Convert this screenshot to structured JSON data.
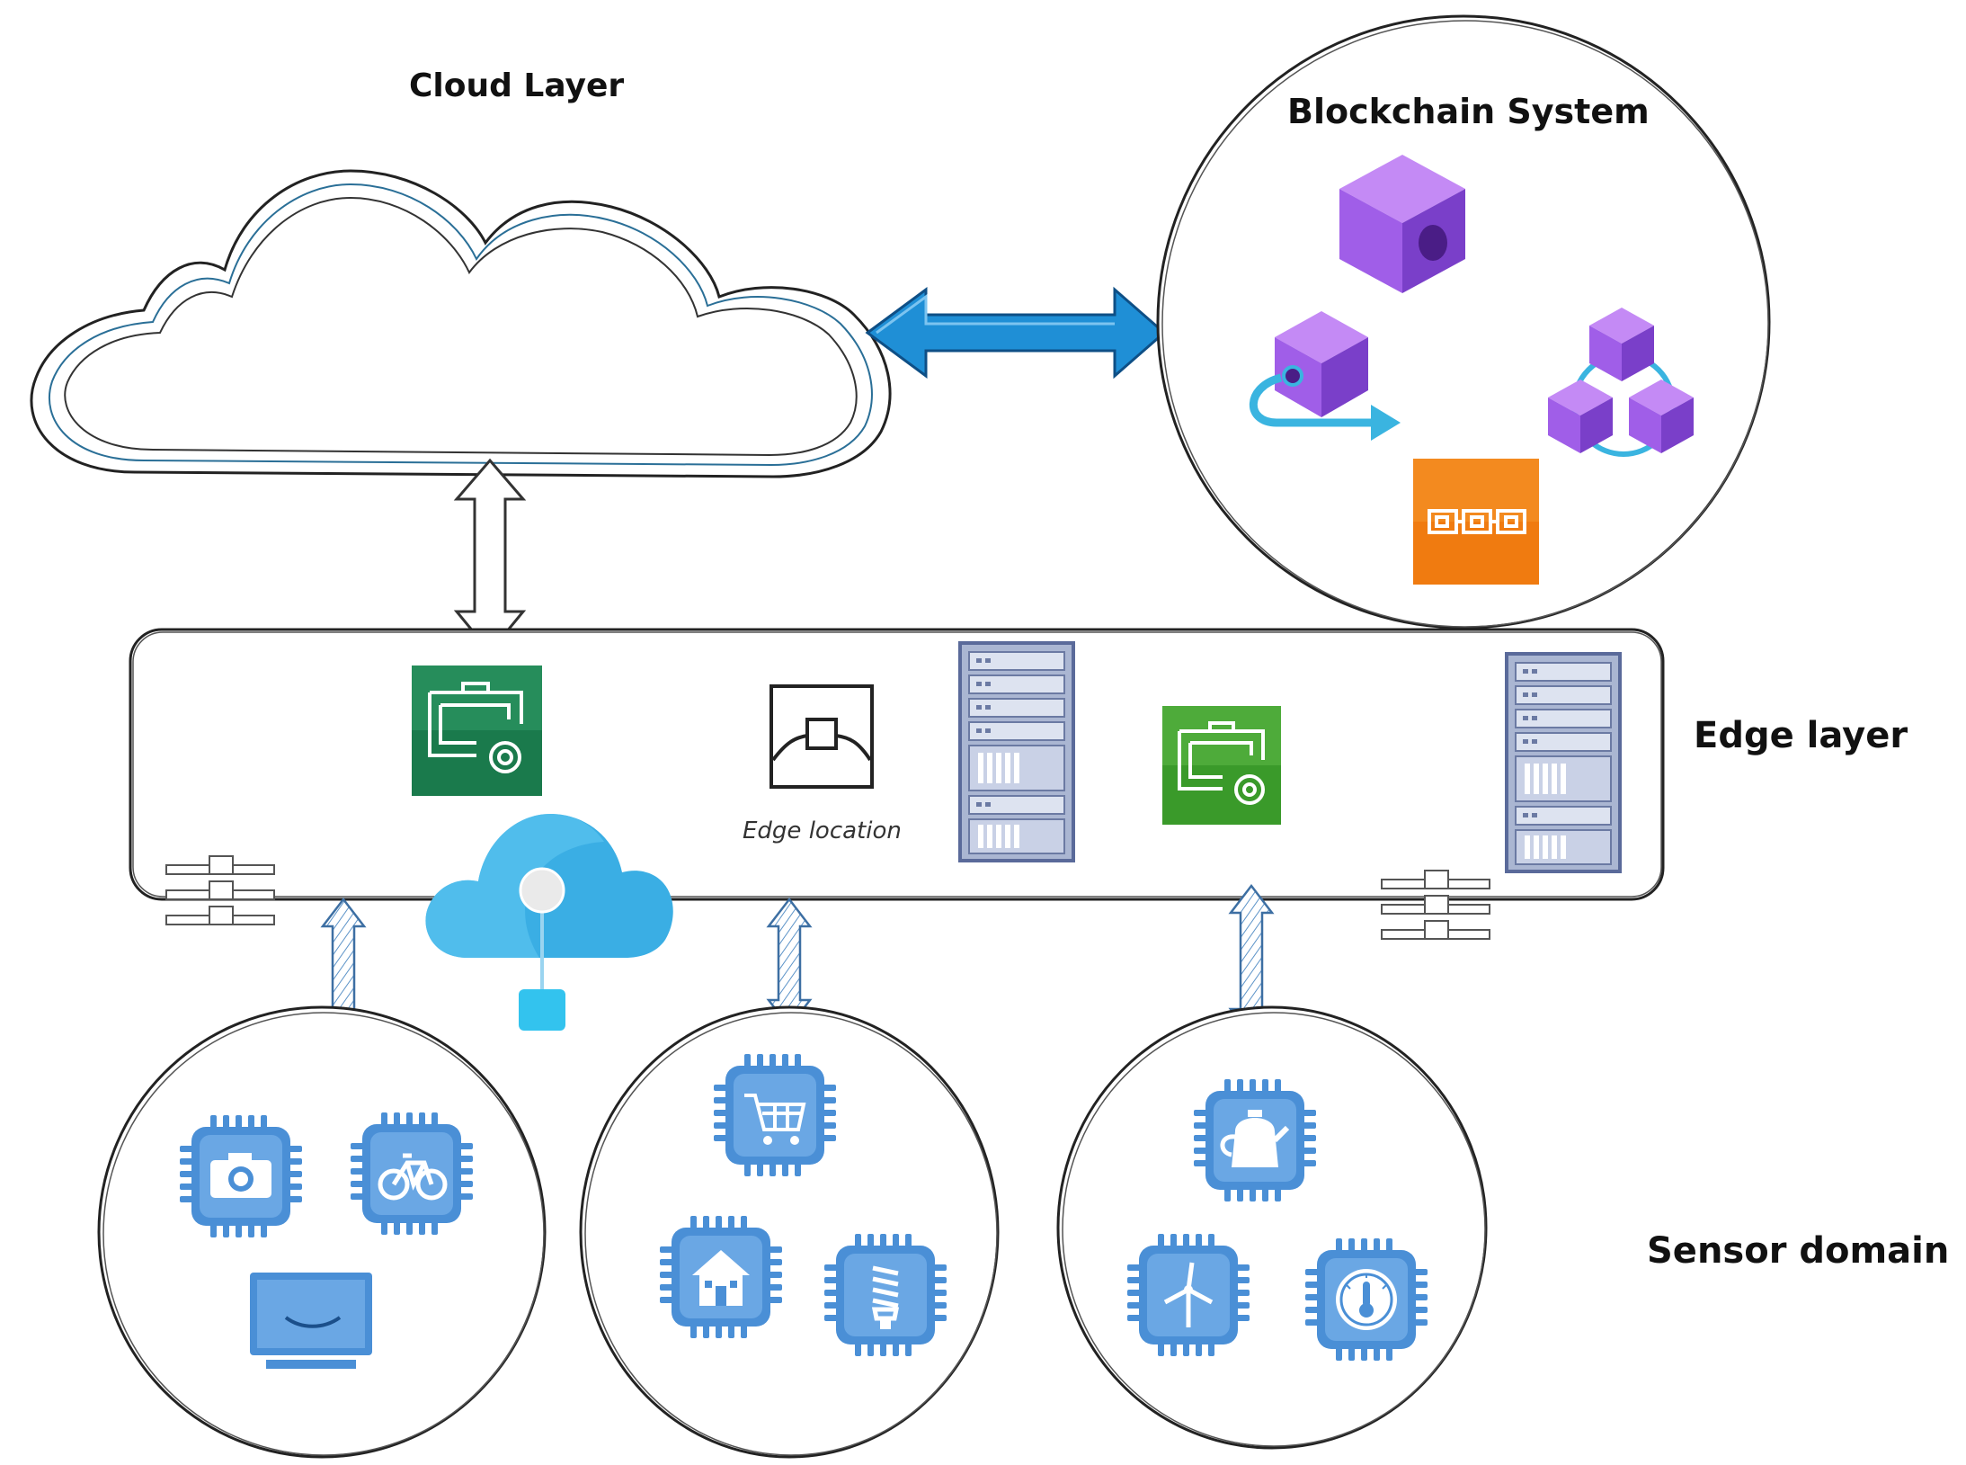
{
  "labels": {
    "cloud_layer": "Cloud Layer",
    "blockchain_system": "Blockchain System",
    "edge_layer": "Edge layer",
    "sensor_domain": "Sensor domain",
    "edge_location": "Edge location"
  },
  "colors": {
    "chip_blue": "#4a8fd6",
    "chip_blue_light": "#6aa7e4",
    "cube_purple": "#a05ee8",
    "cube_purple_dark": "#7a3fc9",
    "blockchain_orange": "#f07b10",
    "arrow_blue": "#1f7fc8",
    "azure_cloud": "#3aaee4",
    "green_dark": "#1a7a4c",
    "green": "#3a9a2a"
  },
  "icons": {
    "cloud_layer": "cloud-outline-icon",
    "edge_devices": [
      "edge-device-gear-icon",
      "edge-location-icon",
      "server-rack-icon",
      "edge-device-gear-icon",
      "server-rack-icon"
    ],
    "azure_iot": "cloud-iot-icon",
    "blockchain": [
      "cube-icon",
      "cube-chain-arrow-icon",
      "cube-network-icon",
      "blockchain-link-icon"
    ],
    "sensor_group_1": [
      "camera-chip-icon",
      "bicycle-chip-icon",
      "smart-tv-icon"
    ],
    "sensor_group_2": [
      "cart-chip-icon",
      "home-chip-icon",
      "bulb-chip-icon"
    ],
    "sensor_group_3": [
      "kettle-chip-icon",
      "wind-turbine-chip-icon",
      "thermometer-chip-icon"
    ]
  }
}
